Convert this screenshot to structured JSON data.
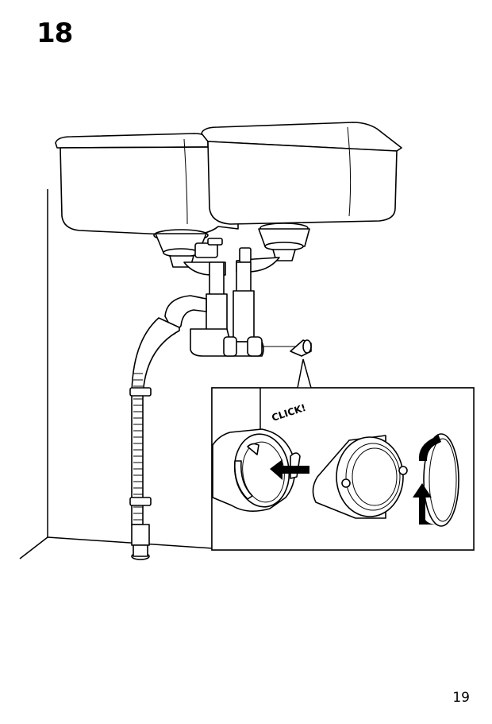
{
  "step": {
    "number": "18"
  },
  "callout": {
    "label": "CLICK!"
  },
  "footer": {
    "page_number": "19"
  }
}
